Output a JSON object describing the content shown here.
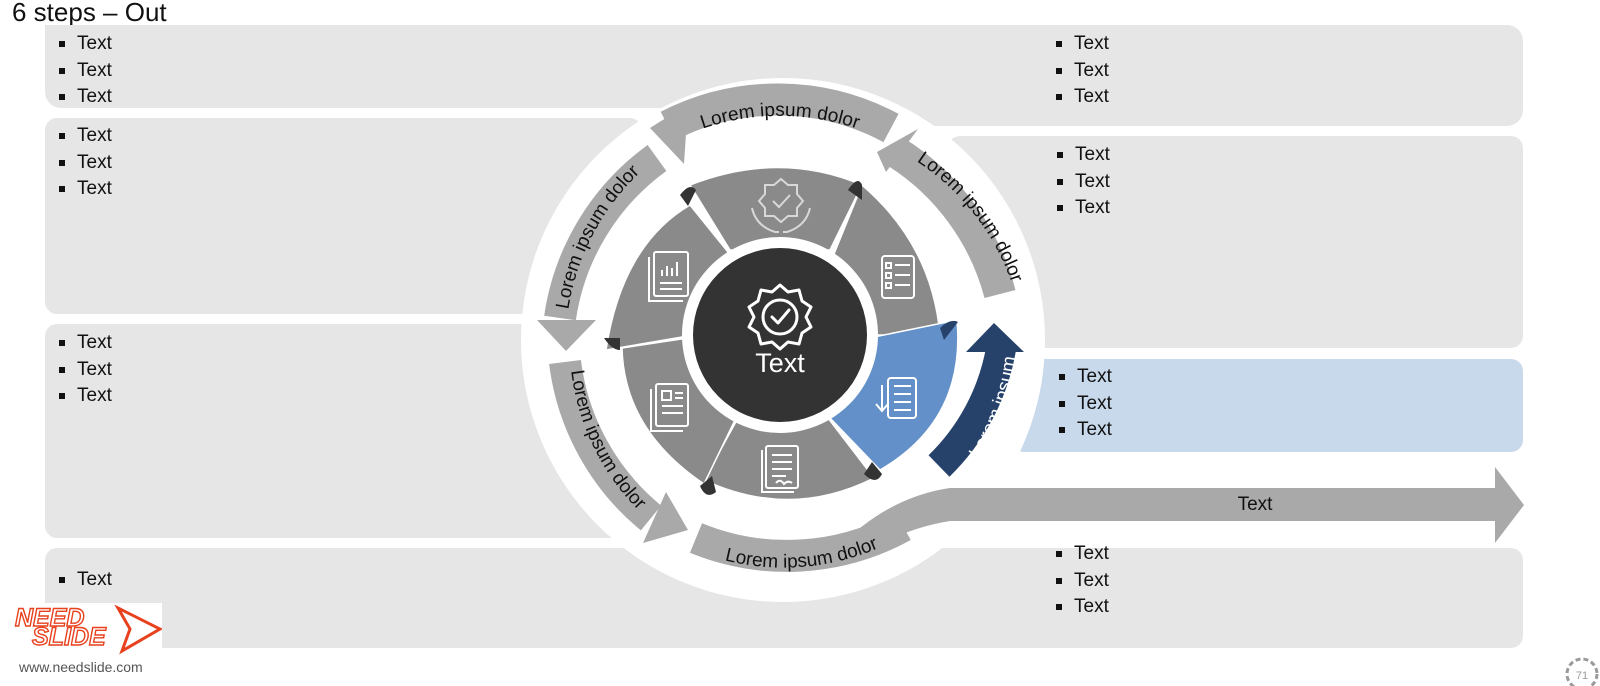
{
  "title": "6 steps – Out",
  "panels": {
    "top_left": [
      "Text",
      "Text",
      "Text"
    ],
    "top_right": [
      "Text",
      "Text",
      "Text"
    ],
    "mid_left": [
      "Text",
      "Text",
      "Text"
    ],
    "mid_right": [
      "Text",
      "Text",
      "Text"
    ],
    "low_left": [
      "Text",
      "Text",
      "Text"
    ],
    "highlight_right": [
      "Text",
      "Text",
      "Text"
    ],
    "bottom_left": [
      "Text"
    ],
    "bottom_right": [
      "Text",
      "Text",
      "Text"
    ]
  },
  "diagram": {
    "center_label": "Text",
    "arc_labels": {
      "top": "Lorem ipsum dolor",
      "upper_right": "Lorem ipsum dolor",
      "right_active": "Lorem ipsum",
      "upper_left": "Lorem ipsum dolor",
      "lower_left": "Lorem ipsum dolor",
      "bottom": "Lorem ipsum dolor"
    },
    "out_arrow_label": "Text",
    "segment_icons": [
      "hands-check-icon",
      "checklist-icon",
      "download-list-icon",
      "contract-icon",
      "documents-icon",
      "report-chart-icon"
    ],
    "colors": {
      "active_fill": "#6390c8",
      "active_arrow": "#26426b",
      "segment": "#8a8a8a",
      "arrow": "#a9a9a9",
      "hub": "#333333",
      "panel": "#e6e6e6",
      "panel_highlight": "#c9d9ec"
    }
  },
  "footer": {
    "logo_line1": "NEED",
    "logo_line2": "SLIDE",
    "url": "www.needslide.com",
    "page_number": "71"
  }
}
